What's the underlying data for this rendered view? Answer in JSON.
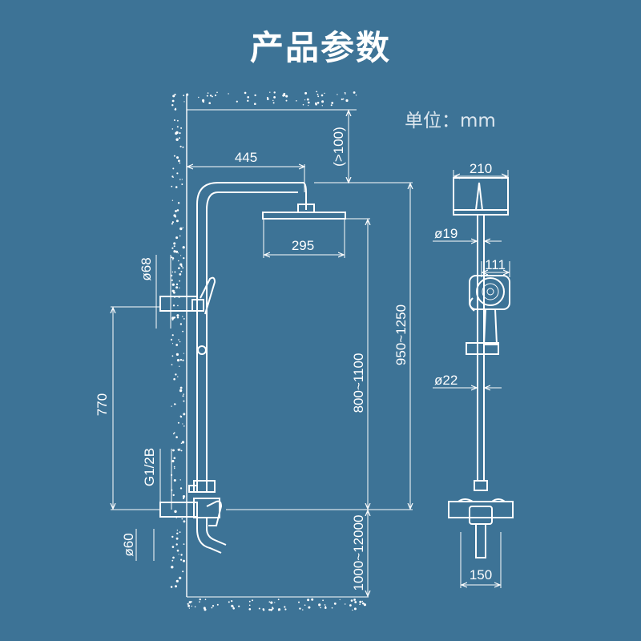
{
  "page": {
    "title": "产品参数",
    "unit": "单位：mm",
    "background": "#3d7396"
  },
  "side_view": {
    "arm_length": "445",
    "top_clearance": "(>100)",
    "head_width": "295",
    "flange_diameter": "ø68",
    "holder_to_inlet": "770",
    "column_height": "800~1100",
    "total_height": "950~1250",
    "inlet_thread": "G1/2B",
    "inlet_diameter": "ø60",
    "floor_to_inlet": "1000~12000"
  },
  "front_view": {
    "head_width": "210",
    "upper_pipe_diameter": "ø19",
    "hand_shower_width": "111",
    "lower_pipe_diameter": "ø22",
    "mixer_width": "150"
  }
}
